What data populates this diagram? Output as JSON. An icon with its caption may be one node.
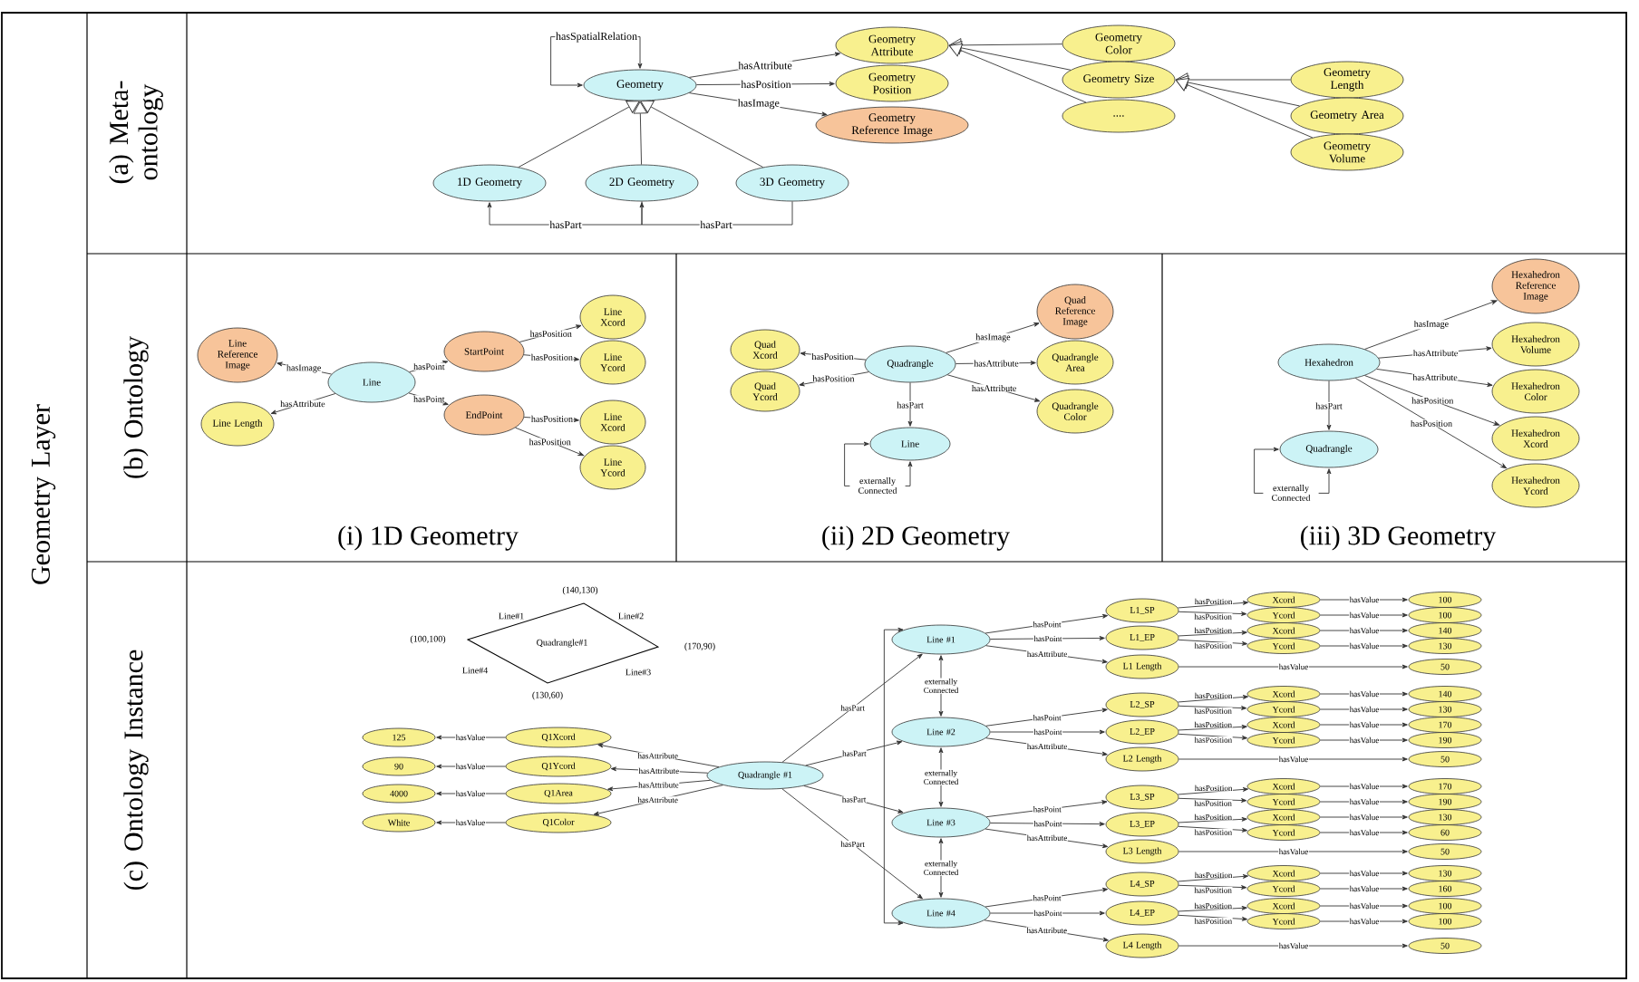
{
  "diagram": {
    "nodes": [
      {
        "text": [
          "Geometry"
        ]
      },
      {
        "text": [
          "Geometry Attribute"
        ]
      },
      {
        "text": [
          "Geometry Position"
        ]
      },
      {
        "text": [
          "Geometry Reference Image"
        ]
      },
      {
        "text": [
          "Geometry Color"
        ]
      },
      {
        "text": [
          "Geometry Size"
        ]
      },
      {
        "text": [
          "...."
        ]
      },
      {
        "text": [
          "Geometry Length"
        ]
      },
      {
        "text": [
          "Geometry Area"
        ]
      },
      {
        "text": [
          "Geometry Volume"
        ]
      },
      {
        "text": [
          "1D Geometry"
        ]
      },
      {
        "text": [
          "2D Geometry"
        ]
      },
      {
        "text": [
          "3D Geometry"
        ]
      },
      {
        "text": [
          "Line Reference Image"
        ]
      },
      {
        "text": [
          "Line Length"
        ]
      },
      {
        "text": [
          "Line"
        ]
      },
      {
        "text": [
          "StartPoint"
        ]
      },
      {
        "text": [
          "EndPoint"
        ]
      },
      {
        "text": [
          "Line Xcord"
        ]
      },
      {
        "text": [
          "Line Ycord"
        ]
      },
      {
        "text": [
          "Line Xcord"
        ]
      },
      {
        "text": [
          "Line Ycord"
        ]
      },
      {
        "text": [
          "Quad Xcord"
        ]
      },
      {
        "text": [
          "Quad Ycord"
        ]
      },
      {
        "text": [
          "Quadrangle"
        ]
      },
      {
        "text": [
          "Quad Reference Image"
        ]
      },
      {
        "text": [
          "Quadrangle Area"
        ]
      },
      {
        "text": [
          "Quadrangle Color"
        ]
      },
      {
        "text": [
          "Line"
        ]
      },
      {
        "text": [
          "Hexahedron"
        ]
      },
      {
        "text": [
          "Hexahedron Reference Image"
        ]
      },
      {
        "text": [
          "Hexahedron Volume"
        ]
      },
      {
        "text": [
          "Hexahedron Color"
        ]
      },
      {
        "text": [
          "Hexahedron Xcord"
        ]
      },
      {
        "text": [
          "Hexahedron Ycord"
        ]
      },
      {
        "text": [
          "Quadrangle"
        ]
      },
      {
        "text": [
          "Quadrangle#1"
        ]
      },
      {
        "text": [
          "125"
        ]
      },
      {
        "text": [
          "90"
        ]
      },
      {
        "text": [
          "4000"
        ]
      },
      {
        "text": [
          "White"
        ]
      },
      {
        "text": [
          "Q1Xcord"
        ]
      },
      {
        "text": [
          "Q1Ycord"
        ]
      },
      {
        "text": [
          "Q1Area"
        ]
      },
      {
        "text": [
          "Q1Color"
        ]
      },
      {
        "text": [
          "Quadrangle #1"
        ]
      },
      {
        "text": [
          "Line #1"
        ]
      },
      {
        "text": [
          "Line #2"
        ]
      },
      {
        "text": [
          "Line #3"
        ]
      },
      {
        "text": [
          "Line #4"
        ]
      },
      {
        "text": [
          "L1_SP"
        ]
      },
      {
        "text": [
          "L1_EP"
        ]
      },
      {
        "text": [
          "L1 Length"
        ]
      },
      {
        "text": [
          "Xcord"
        ]
      },
      {
        "text": [
          "Ycord"
        ]
      },
      {
        "text": [
          "Xcord"
        ]
      },
      {
        "text": [
          "Ycord"
        ]
      },
      {
        "text": [
          "100"
        ]
      },
      {
        "text": [
          "100"
        ]
      },
      {
        "text": [
          "140"
        ]
      },
      {
        "text": [
          "130"
        ]
      },
      {
        "text": [
          "50"
        ]
      },
      {
        "text": [
          "L2_SP"
        ]
      },
      {
        "text": [
          "L2_EP"
        ]
      },
      {
        "text": [
          "L2 Length"
        ]
      },
      {
        "text": [
          "Xcord"
        ]
      },
      {
        "text": [
          "Ycord"
        ]
      },
      {
        "text": [
          "Xcord"
        ]
      },
      {
        "text": [
          "Ycord"
        ]
      },
      {
        "text": [
          "140"
        ]
      },
      {
        "text": [
          "130"
        ]
      },
      {
        "text": [
          "170"
        ]
      },
      {
        "text": [
          "190"
        ]
      },
      {
        "text": [
          "50"
        ]
      },
      {
        "text": [
          "L3_SP"
        ]
      },
      {
        "text": [
          "L3_EP"
        ]
      },
      {
        "text": [
          "L3 Length"
        ]
      },
      {
        "text": [
          "Xcord"
        ]
      },
      {
        "text": [
          "Ycord"
        ]
      },
      {
        "text": [
          "Xcord"
        ]
      },
      {
        "text": [
          "Ycord"
        ]
      },
      {
        "text": [
          "170"
        ]
      },
      {
        "text": [
          "190"
        ]
      },
      {
        "text": [
          "130"
        ]
      },
      {
        "text": [
          "60"
        ]
      },
      {
        "text": [
          "50"
        ]
      },
      {
        "text": [
          "L4_SP"
        ]
      },
      {
        "text": [
          "L4_EP"
        ]
      },
      {
        "text": [
          "L4 Length"
        ]
      },
      {
        "text": [
          "Xcord"
        ]
      },
      {
        "text": [
          "Ycord"
        ]
      },
      {
        "text": [
          "Xcord"
        ]
      },
      {
        "text": [
          "Ycord"
        ]
      },
      {
        "text": [
          "130"
        ]
      },
      {
        "text": [
          "160"
        ]
      },
      {
        "text": [
          "100"
        ]
      },
      {
        "text": [
          "100"
        ]
      },
      {
        "text": [
          "50"
        ]
      }
    ],
    "edges": [
      {
        "from": 0,
        "to": 0,
        "arrow": "both",
        "label": "hasSpatialRelation"
      },
      {
        "from": 0,
        "to": 1,
        "arrow": "to",
        "label": "hasAttribute"
      },
      {
        "from": 0,
        "to": 2,
        "arrow": "to",
        "label": "hasPosition"
      },
      {
        "from": 0,
        "to": 3,
        "arrow": "to",
        "label": "hasImage"
      },
      {
        "from": 10,
        "to": 0,
        "arrow": "to"
      },
      {
        "from": 11,
        "to": 0,
        "arrow": "to"
      },
      {
        "from": 12,
        "to": 0,
        "arrow": "to"
      },
      {
        "from": 4,
        "to": 1,
        "arrow": "to"
      },
      {
        "from": 5,
        "to": 1,
        "arrow": "to"
      },
      {
        "from": 6,
        "to": 1,
        "arrow": "to"
      },
      {
        "from": 7,
        "to": 5,
        "arrow": "to"
      },
      {
        "from": 8,
        "to": 5,
        "arrow": "to"
      },
      {
        "from": 9,
        "to": 5,
        "arrow": "to"
      },
      {
        "from": 11,
        "to": 10,
        "arrow": "to",
        "label": "hasPart"
      },
      {
        "from": 12,
        "to": 11,
        "arrow": "to",
        "label": "hasPart"
      },
      {
        "from": 15,
        "to": 13,
        "arrow": "to",
        "label": "hasImage"
      },
      {
        "from": 15,
        "to": 14,
        "arrow": "to",
        "label": "hasAttribute"
      },
      {
        "from": 15,
        "to": 16,
        "arrow": "to",
        "label": "hasPoint"
      },
      {
        "from": 15,
        "to": 17,
        "arrow": "to",
        "label": "hasPoint"
      },
      {
        "from": 16,
        "to": 18,
        "arrow": "to",
        "label": "hasPosition"
      },
      {
        "from": 16,
        "to": 19,
        "arrow": "to",
        "label": "hasPosition"
      },
      {
        "from": 17,
        "to": 20,
        "arrow": "to",
        "label": "hasPosition"
      },
      {
        "from": 17,
        "to": 21,
        "arrow": "to",
        "label": "hasPosition"
      },
      {
        "from": 24,
        "to": 22,
        "arrow": "to",
        "label": "hasPosition"
      },
      {
        "from": 24,
        "to": 23,
        "arrow": "to",
        "label": "hasPosition"
      },
      {
        "from": 24,
        "to": 25,
        "arrow": "to",
        "label": "hasImage"
      },
      {
        "from": 24,
        "to": 26,
        "arrow": "to",
        "label": "hasAttribute"
      },
      {
        "from": 24,
        "to": 27,
        "arrow": "to",
        "label": "hasAttribute"
      },
      {
        "from": 24,
        "to": 28,
        "arrow": "to",
        "label": "hasPart"
      },
      {
        "from": 28,
        "to": 28,
        "arrow": "both",
        "label": "externally Connected"
      },
      {
        "from": 29,
        "to": 30,
        "arrow": "to",
        "label": "hasImage"
      },
      {
        "from": 29,
        "to": 31,
        "arrow": "to",
        "label": "hasAttribute"
      },
      {
        "from": 29,
        "to": 32,
        "arrow": "to",
        "label": "hasAttribute"
      },
      {
        "from": 29,
        "to": 33,
        "arrow": "to",
        "label": "hasPosition"
      },
      {
        "from": 29,
        "to": 34,
        "arrow": "to",
        "label": "hasPosition"
      },
      {
        "from": 29,
        "to": 35,
        "arrow": "to",
        "label": "hasPart"
      },
      {
        "from": 35,
        "to": 35,
        "arrow": "both",
        "label": "externally Connected"
      },
      {
        "from": 45,
        "to": 41,
        "arrow": "to",
        "label": "hasAttribute"
      },
      {
        "from": 45,
        "to": 42,
        "arrow": "to",
        "label": "hasAttribute"
      },
      {
        "from": 45,
        "to": 43,
        "arrow": "to",
        "label": "hasAttribute"
      },
      {
        "from": 45,
        "to": 44,
        "arrow": "to",
        "label": "hasAttribute"
      },
      {
        "from": 41,
        "to": 37,
        "arrow": "to",
        "label": "hasValue"
      },
      {
        "from": 42,
        "to": 38,
        "arrow": "to",
        "label": "hasValue"
      },
      {
        "from": 43,
        "to": 39,
        "arrow": "to",
        "label": "hasValue"
      },
      {
        "from": 44,
        "to": 40,
        "arrow": "to",
        "label": "hasValue"
      },
      {
        "from": 45,
        "to": 46,
        "arrow": "to",
        "label": "hasPart"
      },
      {
        "from": 45,
        "to": 47,
        "arrow": "to",
        "label": "hasPart"
      },
      {
        "from": 45,
        "to": 48,
        "arrow": "to",
        "label": "hasPart"
      },
      {
        "from": 45,
        "to": 49,
        "arrow": "to",
        "label": "hasPart"
      },
      {
        "from": 46,
        "to": 47,
        "arrow": "both",
        "label": "externally Connected"
      },
      {
        "from": 47,
        "to": 48,
        "arrow": "both",
        "label": "externally Connected"
      },
      {
        "from": 48,
        "to": 49,
        "arrow": "both",
        "label": "externally Connected"
      },
      {
        "from": 46,
        "to": 49,
        "arrow": "both"
      },
      {
        "from": 46,
        "to": 50,
        "arrow": "to",
        "label": "hasPoint"
      },
      {
        "from": 46,
        "to": 51,
        "arrow": "to",
        "label": "hasPoint"
      },
      {
        "from": 46,
        "to": 52,
        "arrow": "to",
        "label": "hasAttribute"
      },
      {
        "from": 50,
        "to": 53,
        "arrow": "to",
        "label": "hasPosition"
      },
      {
        "from": 50,
        "to": 54,
        "arrow": "to",
        "label": "hasPosition"
      },
      {
        "from": 51,
        "to": 55,
        "arrow": "to",
        "label": "hasPosition"
      },
      {
        "from": 51,
        "to": 56,
        "arrow": "to",
        "label": "hasPosition"
      },
      {
        "from": 53,
        "to": 57,
        "arrow": "to",
        "label": "hasValue"
      },
      {
        "from": 54,
        "to": 58,
        "arrow": "to",
        "label": "hasValue"
      },
      {
        "from": 55,
        "to": 59,
        "arrow": "to",
        "label": "hasValue"
      },
      {
        "from": 56,
        "to": 60,
        "arrow": "to",
        "label": "hasValue"
      },
      {
        "from": 52,
        "to": 61,
        "arrow": "to",
        "label": "hasValue"
      },
      {
        "from": 47,
        "to": 62,
        "arrow": "to",
        "label": "hasPoint"
      },
      {
        "from": 47,
        "to": 63,
        "arrow": "to",
        "label": "hasPoint"
      },
      {
        "from": 47,
        "to": 64,
        "arrow": "to",
        "label": "hasAttribute"
      },
      {
        "from": 62,
        "to": 65,
        "arrow": "to",
        "label": "hasPosition"
      },
      {
        "from": 62,
        "to": 66,
        "arrow": "to",
        "label": "hasPosition"
      },
      {
        "from": 63,
        "to": 67,
        "arrow": "to",
        "label": "hasPosition"
      },
      {
        "from": 63,
        "to": 68,
        "arrow": "to",
        "label": "hasPosition"
      },
      {
        "from": 65,
        "to": 69,
        "arrow": "to",
        "label": "hasValue"
      },
      {
        "from": 66,
        "to": 70,
        "arrow": "to",
        "label": "hasValue"
      },
      {
        "from": 67,
        "to": 71,
        "arrow": "to",
        "label": "hasValue"
      },
      {
        "from": 68,
        "to": 72,
        "arrow": "to",
        "label": "hasValue"
      },
      {
        "from": 64,
        "to": 73,
        "arrow": "to",
        "label": "hasValue"
      },
      {
        "from": 48,
        "to": 74,
        "arrow": "to",
        "label": "hasPoint"
      },
      {
        "from": 48,
        "to": 75,
        "arrow": "to",
        "label": "hasPoint"
      },
      {
        "from": 48,
        "to": 76,
        "arrow": "to",
        "label": "hasAttribute"
      },
      {
        "from": 74,
        "to": 77,
        "arrow": "to",
        "label": "hasPosition"
      },
      {
        "from": 74,
        "to": 78,
        "arrow": "to",
        "label": "hasPosition"
      },
      {
        "from": 75,
        "to": 79,
        "arrow": "to",
        "label": "hasPosition"
      },
      {
        "from": 75,
        "to": 80,
        "arrow": "to",
        "label": "hasPosition"
      },
      {
        "from": 77,
        "to": 81,
        "arrow": "to",
        "label": "hasValue"
      },
      {
        "from": 78,
        "to": 82,
        "arrow": "to",
        "label": "hasValue"
      },
      {
        "from": 79,
        "to": 83,
        "arrow": "to",
        "label": "hasValue"
      },
      {
        "from": 80,
        "to": 84,
        "arrow": "to",
        "label": "hasValue"
      },
      {
        "from": 76,
        "to": 85,
        "arrow": "to",
        "label": "hasValue"
      },
      {
        "from": 49,
        "to": 86,
        "arrow": "to",
        "label": "hasPoint"
      },
      {
        "from": 49,
        "to": 87,
        "arrow": "to",
        "label": "hasPoint"
      },
      {
        "from": 49,
        "to": 88,
        "arrow": "to",
        "label": "hasAttribute"
      },
      {
        "from": 86,
        "to": 89,
        "arrow": "to",
        "label": "hasPosition"
      },
      {
        "from": 86,
        "to": 90,
        "arrow": "to",
        "label": "hasPosition"
      },
      {
        "from": 87,
        "to": 91,
        "arrow": "to",
        "label": "hasPosition"
      },
      {
        "from": 87,
        "to": 92,
        "arrow": "to",
        "label": "hasPosition"
      },
      {
        "from": 89,
        "to": 93,
        "arrow": "to",
        "label": "hasValue"
      },
      {
        "from": 90,
        "to": 94,
        "arrow": "to",
        "label": "hasValue"
      },
      {
        "from": 91,
        "to": 95,
        "arrow": "to",
        "label": "hasValue"
      },
      {
        "from": 92,
        "to": 96,
        "arrow": "to",
        "label": "hasValue"
      },
      {
        "from": 88,
        "to": 97,
        "arrow": "to",
        "label": "hasValue"
      }
    ],
    "labels": [
      "Geometry Layer",
      "(a) Meta-ontology",
      "(b) Ontology",
      "(i) 1D Geometry",
      "(ii) 2D Geometry",
      "(iii) 3D Geometry",
      "(c) Ontology Instance",
      "(140,130)",
      "Line#1",
      "Line#2",
      "(100,100)",
      "(170,90)",
      "Line#4",
      "Line#3",
      "(130,60)"
    ]
  }
}
